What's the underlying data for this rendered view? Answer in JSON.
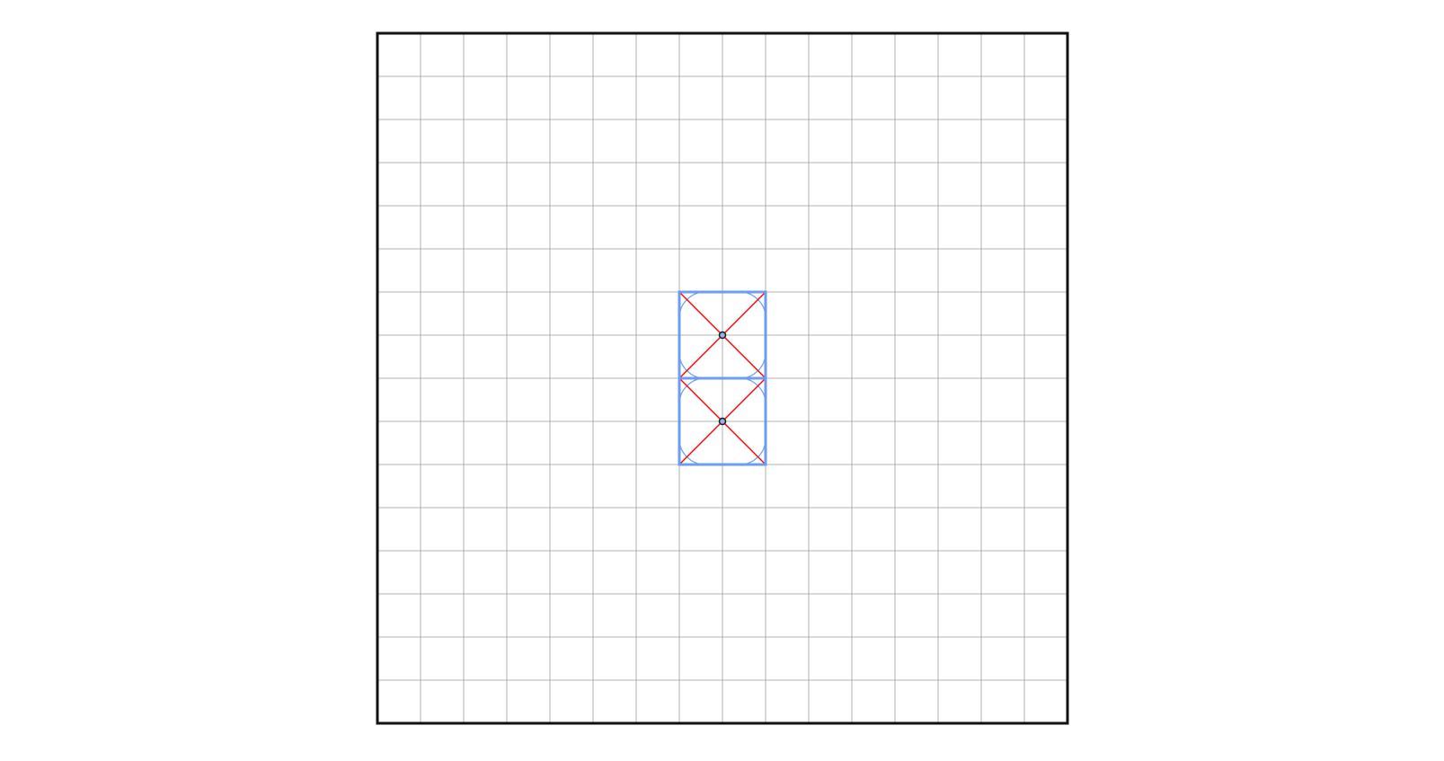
{
  "diagram": {
    "grid": {
      "columns": 16,
      "rows": 16,
      "gridlines": true
    },
    "colors": {
      "background": "#ffffff",
      "gridline": "#b0b0b0",
      "border": "#111111",
      "tile_outline": "#6f9cf0",
      "arc": "#6f9cf0",
      "diagonal": "#ff0000",
      "center_fill": "#8fb3f0",
      "center_stroke": "#1a1a1a"
    },
    "tiles": [
      {
        "id": "upper-tile",
        "col": 7,
        "row": 6,
        "cols": 2,
        "rows": 2,
        "shape": "rounded-square",
        "diagonals": true,
        "center_point": true
      },
      {
        "id": "lower-tile",
        "col": 7,
        "row": 8,
        "cols": 2,
        "rows": 2,
        "shape": "rounded-square",
        "diagonals": true,
        "center_point": true
      }
    ]
  }
}
